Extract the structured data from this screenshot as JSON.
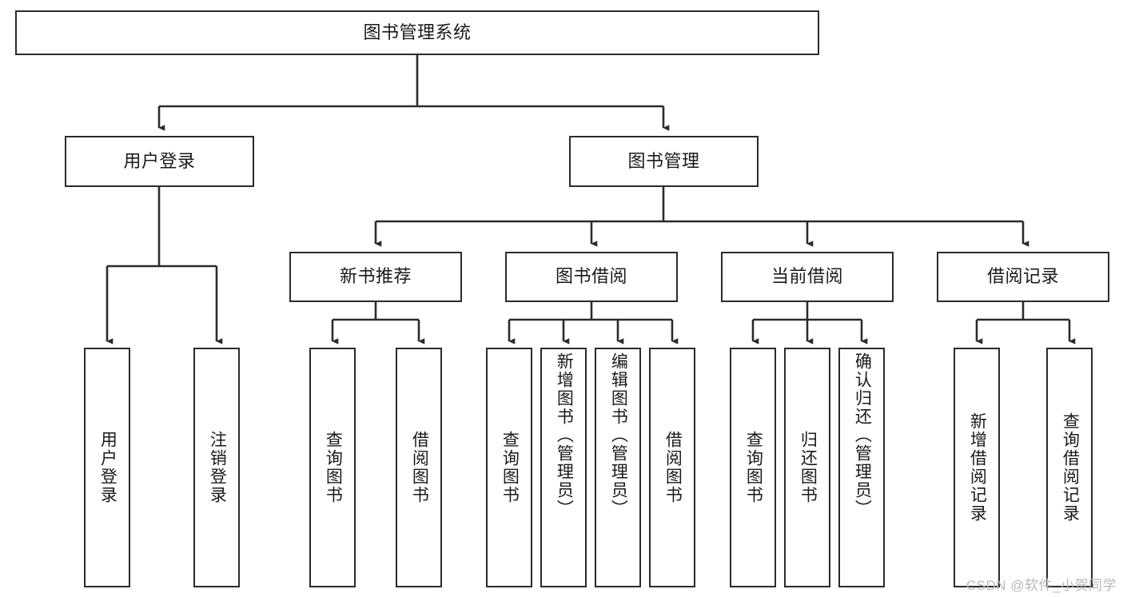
{
  "diagram": {
    "type": "tree",
    "title": "图书管理系统",
    "root": {
      "label": "图书管理系统"
    },
    "level1": [
      {
        "label": "用户登录"
      },
      {
        "label": "图书管理"
      }
    ],
    "level2": [
      {
        "label": "新书推荐"
      },
      {
        "label": "图书借阅"
      },
      {
        "label": "当前借阅"
      },
      {
        "label": "借阅记录"
      }
    ],
    "leaves": {
      "user_login": [
        {
          "label": "用户登录"
        },
        {
          "label": "注销登录"
        }
      ],
      "new_book_recommend": [
        {
          "label": "查询图书"
        },
        {
          "label": "借阅图书"
        }
      ],
      "book_borrow": [
        {
          "label": "查询图书"
        },
        {
          "label": "新增图书（管理员）"
        },
        {
          "label": "编辑图书（管理员）"
        },
        {
          "label": "借阅图书"
        }
      ],
      "current_borrow": [
        {
          "label": "查询图书"
        },
        {
          "label": "归还图书"
        },
        {
          "label": "确认归还（管理员）"
        }
      ],
      "borrow_record": [
        {
          "label": "新增借阅记录"
        },
        {
          "label": "查询借阅记录"
        }
      ]
    },
    "colors": {
      "stroke": "#2b2b2b",
      "fill": "#ffffff",
      "text": "#1a1a1a",
      "watermark": "#b9b9b9"
    }
  },
  "watermark": {
    "text": "CSDN @软件_小贺同学"
  }
}
